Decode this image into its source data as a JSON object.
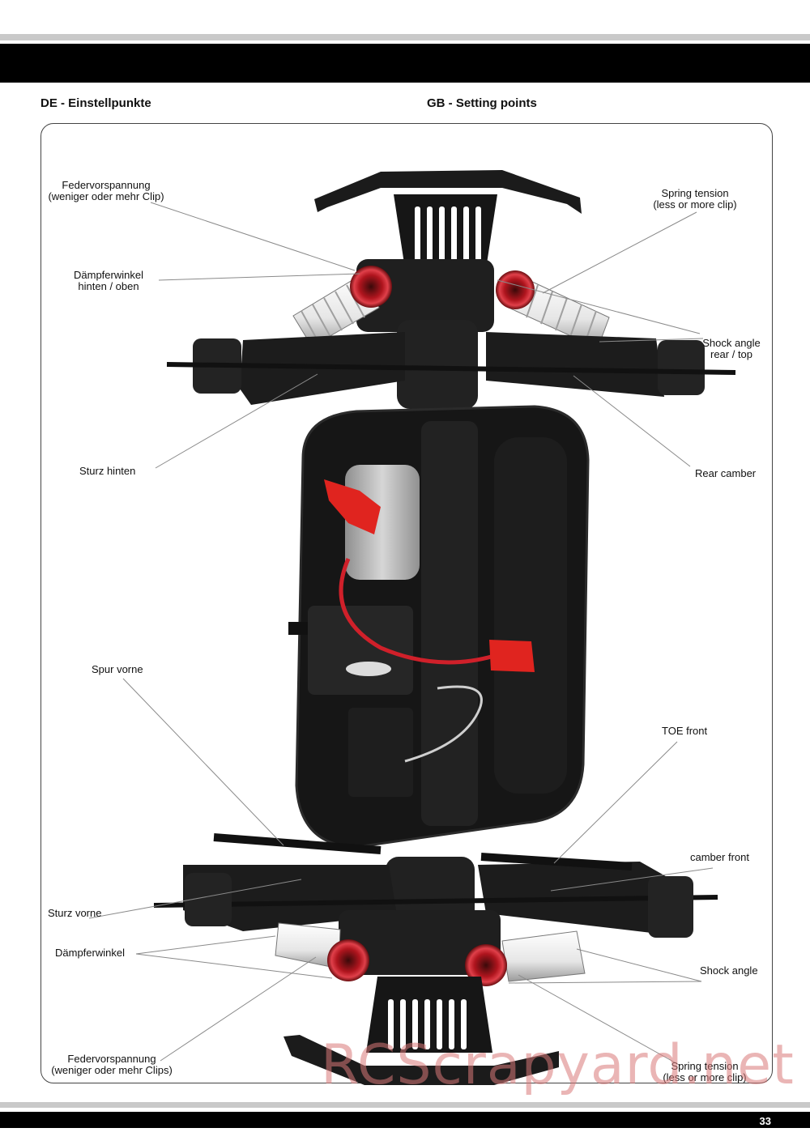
{
  "header": {
    "de_title": "DE - Einstellpunkte",
    "gb_title": "GB - Setting points"
  },
  "labels_de": {
    "spring_rear": [
      "Federvorspannung",
      "(weniger oder mehr Clip)"
    ],
    "shock_rear": [
      "Dämpferwinkel",
      "hinten / oben"
    ],
    "camber_rear": "Sturz hinten",
    "toe_front": "Spur vorne",
    "camber_front": "Sturz vorne",
    "shock_front": "Dämpferwinkel",
    "spring_front": [
      "Federvorspannung",
      "(weniger oder mehr Clips)"
    ]
  },
  "labels_gb": {
    "spring_rear": [
      "Spring tension",
      "(less or more clip)"
    ],
    "shock_rear": [
      "Shock angle",
      "rear / top"
    ],
    "camber_rear": "Rear camber",
    "toe_front": "TOE front",
    "camber_front": "camber front",
    "shock_front": "Shock angle",
    "spring_front": [
      "Spring tension",
      "(less or more clip)"
    ]
  },
  "photo": {
    "subject": "RC buggy chassis top view",
    "chassis_color": "#1a1a1a",
    "spring_color": "#f2f2f2",
    "shock_body_color": "#c0202a",
    "motor_color": "#b8b8b8",
    "connector_color": "#e0241f"
  },
  "watermark": "RCScrapyard.net",
  "footer": {
    "page_number": "33"
  }
}
